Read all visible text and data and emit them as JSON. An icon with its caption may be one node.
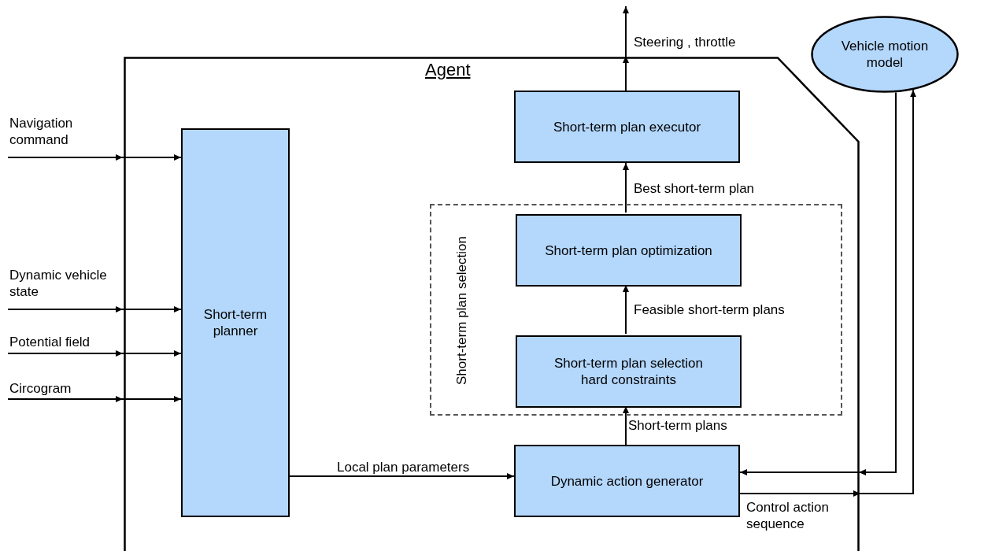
{
  "diagram": {
    "nodes": [
      {
        "text": [
          "Agent"
        ]
      },
      {
        "text": [
          "Short-term planner"
        ],
        "in": 0
      },
      {
        "text": [
          "Short-term plan executor"
        ],
        "in": 0
      },
      {
        "text": [
          "Short-term plan selection"
        ],
        "in": 0
      },
      {
        "text": [
          "Short-term plan optimization"
        ],
        "in": 3
      },
      {
        "text": [
          "Short-term plan selection hard constraints"
        ],
        "in": 3
      },
      {
        "text": [
          "Dynamic action generator"
        ],
        "in": 0
      },
      {
        "text": [
          "Vehicle motion model"
        ]
      }
    ],
    "edges": [
      {
        "from": null,
        "to": 1,
        "arrow": "to",
        "label": "Navigation command"
      },
      {
        "from": null,
        "to": 1,
        "arrow": "to",
        "label": "Dynamic vehicle state"
      },
      {
        "from": null,
        "to": 1,
        "arrow": "to",
        "label": "Potential field"
      },
      {
        "from": null,
        "to": 1,
        "arrow": "to",
        "label": "Circogram"
      },
      {
        "from": 1,
        "to": 6,
        "arrow": "to",
        "label": "Local plan parameters"
      },
      {
        "from": 6,
        "to": 5,
        "arrow": "to",
        "label": "Short-term plans"
      },
      {
        "from": 5,
        "to": 4,
        "arrow": "to",
        "label": "Feasible short-term plans"
      },
      {
        "from": 4,
        "to": 2,
        "arrow": "to",
        "label": "Best short-term plan"
      },
      {
        "from": 2,
        "to": null,
        "arrow": "to",
        "label": "Steering , throttle"
      },
      {
        "from": 7,
        "to": 6,
        "arrow": "to"
      },
      {
        "from": 6,
        "to": 7,
        "arrow": "to",
        "label": "Control action sequence"
      }
    ]
  }
}
